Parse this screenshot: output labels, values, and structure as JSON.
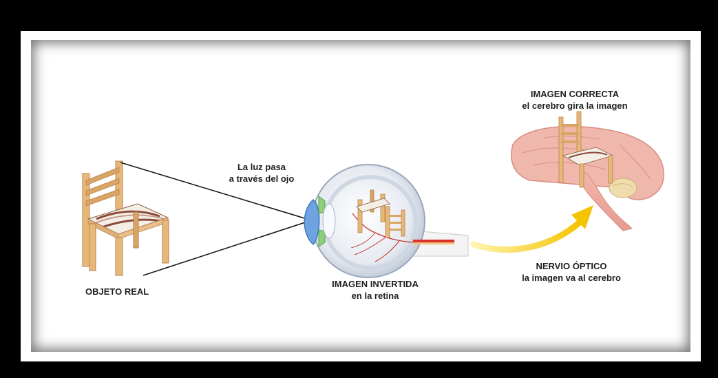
{
  "labels": {
    "real_object": "OBJETO REAL",
    "light_line1": "La luz pasa",
    "light_line2": "a través del ojo",
    "inverted_line1": "IMAGEN INVERTIDA",
    "inverted_line2": "en la retina",
    "optic_line1": "NERVIO ÓPTICO",
    "optic_line2": "la imagen va al cerebro",
    "correct_line1": "IMAGEN CORRECTA",
    "correct_line2": "el cerebro gira la imagen"
  },
  "colors": {
    "wood": "#e8b87a",
    "wood_dark": "#c98f4c",
    "eye_white": "#eef1f6",
    "cornea": "#6ea3df",
    "iris": "#8fcf7a",
    "brain": "#f0b7ad",
    "arrow": "#f5c400",
    "nerve": "#d8322b"
  }
}
